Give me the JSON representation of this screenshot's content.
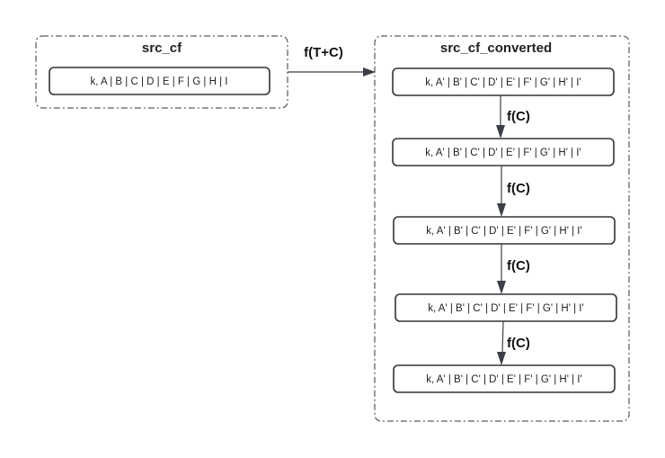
{
  "src_group": {
    "title": "src_cf",
    "row": "k, A | B | C | D | E | F | G | H | I"
  },
  "converted_group": {
    "title": "src_cf_converted",
    "rows": [
      "k, A' | B' | C' | D' | E' | F' | G' | H' | I'",
      "k, A' | B' | C' | D' | E' | F' | G' | H' | I'",
      "k, A' | B' | C' | D' | E' | F' | G' | H' | I'",
      "k, A' | B' | C' | D' | E' | F' | G' | H' | I'",
      "k, A' | B' | C' | D' | E' | F' | G' | H' | I'"
    ]
  },
  "edges": {
    "conversion_label": "f(T+C)",
    "chain_labels": [
      "f(C)",
      "f(C)",
      "f(C)",
      "f(C)"
    ]
  }
}
